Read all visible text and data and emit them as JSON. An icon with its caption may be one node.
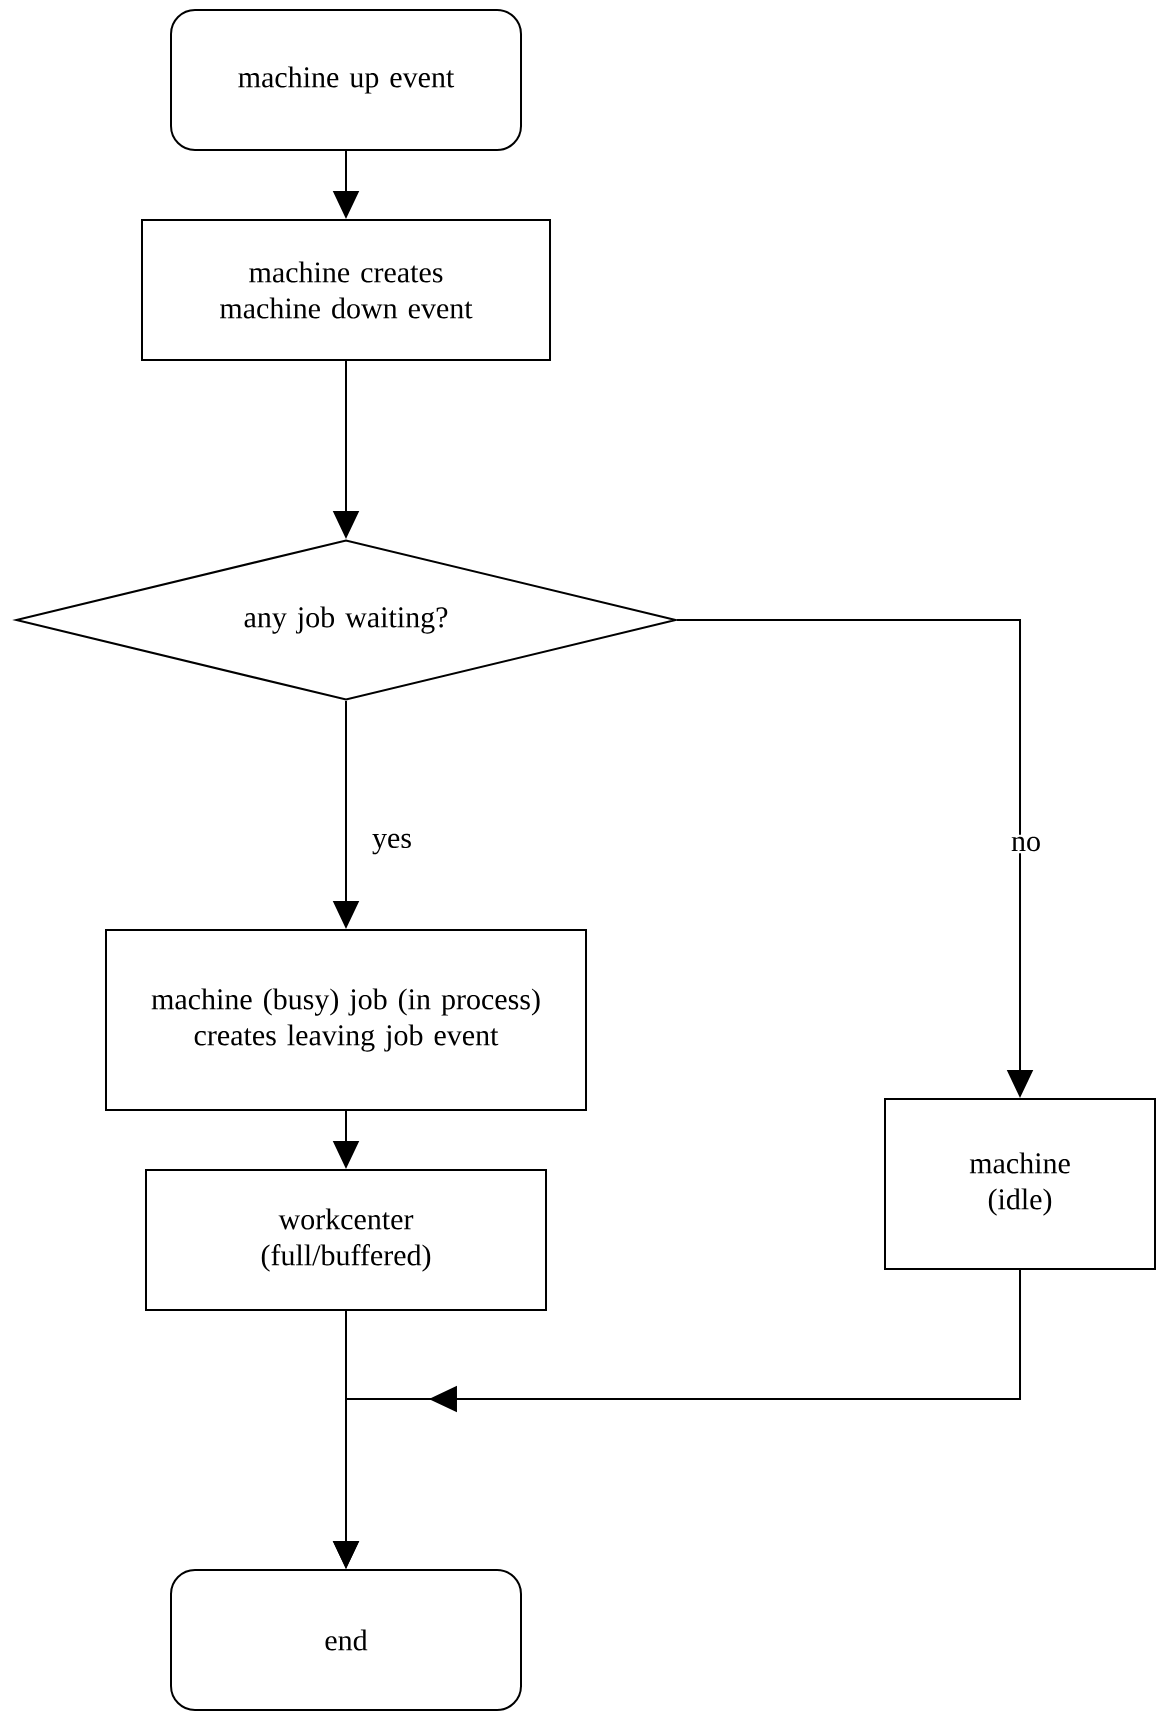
{
  "diagram": {
    "nodes": [
      {
        "text": [
          "machine up event"
        ]
      },
      {
        "text": [
          "machine creates machine down event"
        ]
      },
      {
        "text": [
          "any job waiting?"
        ]
      },
      {
        "text": [
          "machine (busy) job (in process) creates leaving job event"
        ]
      },
      {
        "text": [
          "workcenter (full/buffered)"
        ]
      },
      {
        "text": [
          "machine (idle)"
        ]
      },
      {
        "text": [
          "end"
        ]
      }
    ],
    "edges": [
      {
        "from": 0,
        "to": 1,
        "arrow": "to"
      },
      {
        "from": 1,
        "to": 2,
        "arrow": "to"
      },
      {
        "from": 2,
        "to": 3,
        "arrow": "to",
        "label": "yes"
      },
      {
        "from": 2,
        "to": 5,
        "arrow": "to",
        "label": "no"
      },
      {
        "from": 3,
        "to": 4,
        "arrow": "to"
      },
      {
        "from": 4,
        "to": 6,
        "arrow": "to"
      },
      {
        "from": 5,
        "to": 6,
        "arrow": "to"
      }
    ]
  }
}
